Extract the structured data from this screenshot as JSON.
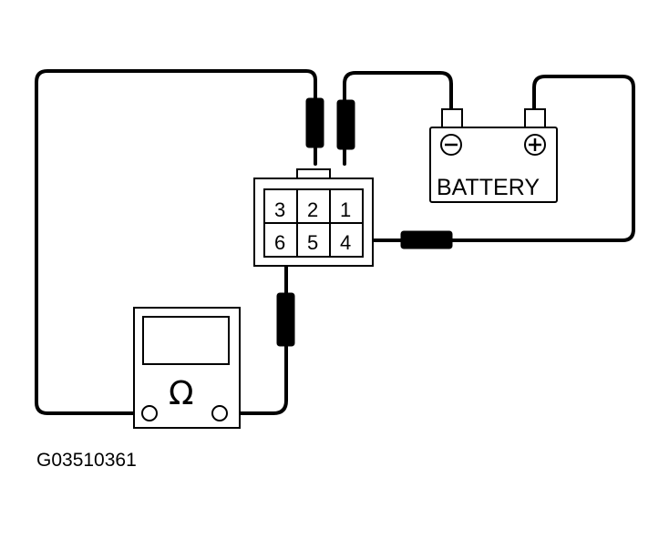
{
  "figure_id": "G03510361",
  "battery": {
    "label": "BATTERY",
    "negative_symbol": "⊖",
    "positive_symbol": "⊕"
  },
  "connector": {
    "pins_top": [
      "3",
      "2",
      "1"
    ],
    "pins_bottom": [
      "6",
      "5",
      "4"
    ]
  },
  "ohmmeter": {
    "symbol": "Ω"
  }
}
